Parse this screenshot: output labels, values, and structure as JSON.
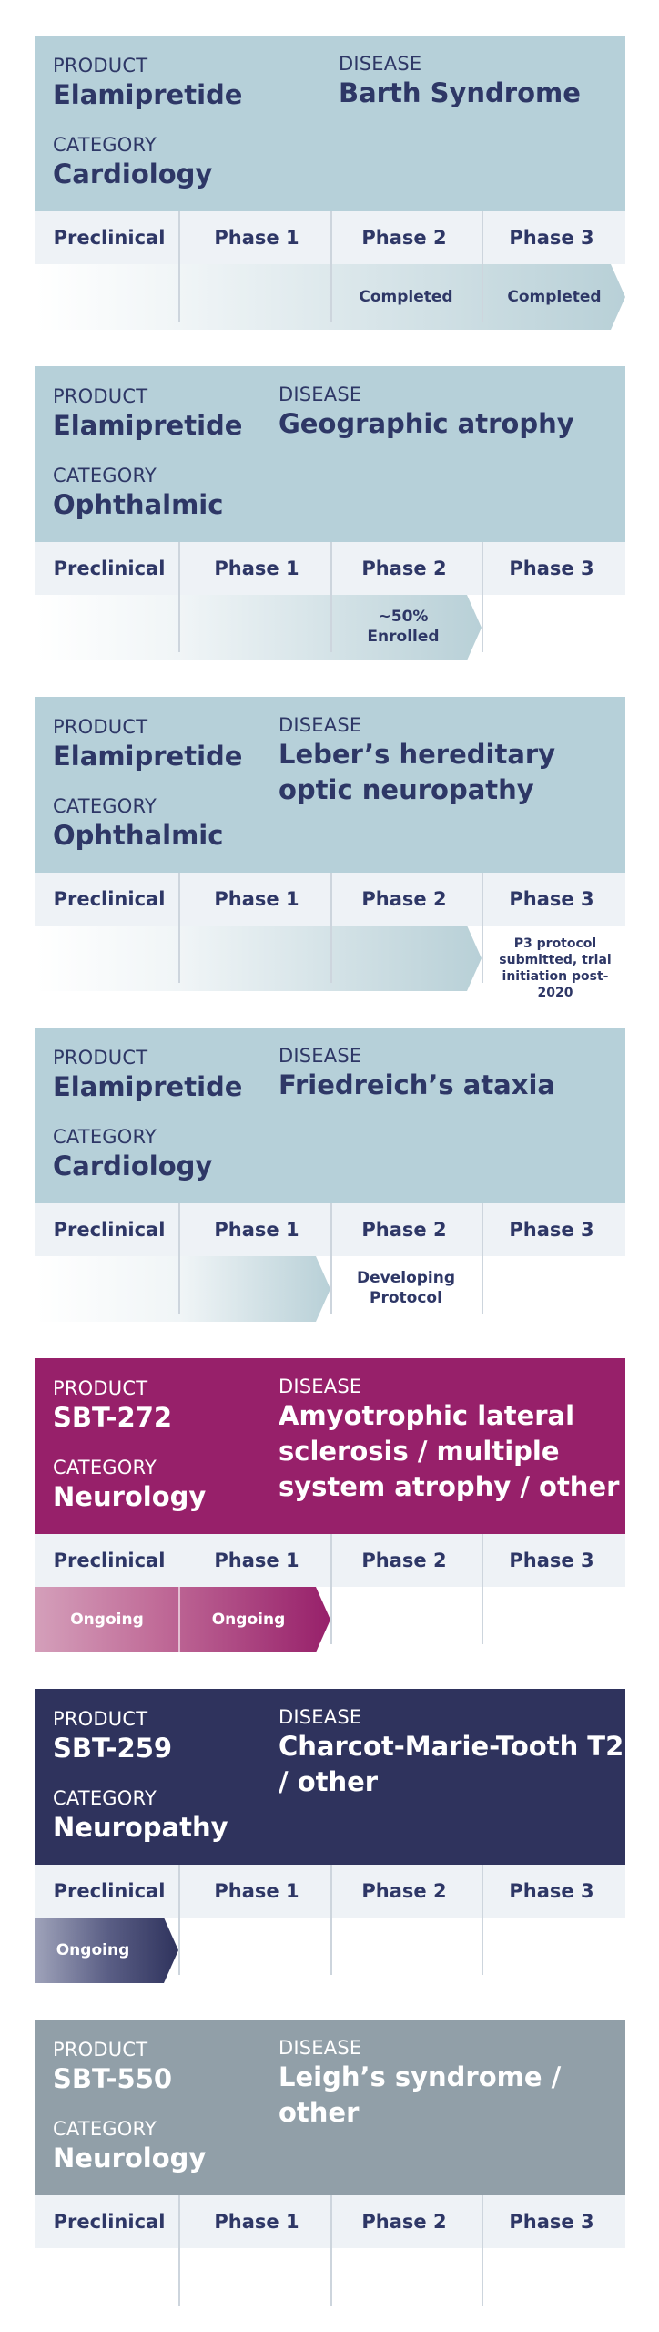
{
  "phases": [
    "Preclinical",
    "Phase 1",
    "Phase 2",
    "Phase 3"
  ],
  "labels": {
    "product": "PRODUCT",
    "disease": "DISEASE",
    "category": "CATEGORY"
  },
  "colors": {
    "light_header": "#b6d0d9",
    "magenta_header": "#97206a",
    "navy_header": "#2f335d",
    "gray_header": "#919fa8",
    "text_dark": "#2e3766",
    "phase_row": "#eef2f6"
  },
  "programs": [
    {
      "product": "Elamipretide",
      "disease": "Barth Syndrome",
      "category": "Cardiology",
      "statuses": [
        "Completed",
        "Completed"
      ]
    },
    {
      "product": "Elamipretide",
      "disease": "Geographic atrophy",
      "category": "Ophthalmic",
      "statuses": [
        "~50% Enrolled"
      ]
    },
    {
      "product": "Elamipretide",
      "disease": "Leber’s hereditary optic neuropathy",
      "category": "Ophthalmic",
      "statuses": [
        "P3 protocol submitted, trial initiation post-2020"
      ]
    },
    {
      "product": "Elamipretide",
      "disease": "Friedreich’s ataxia",
      "category": "Cardiology",
      "statuses": [
        "Developing Protocol"
      ]
    },
    {
      "product": "SBT-272",
      "disease": "Amyotrophic lateral sclerosis / multiple system atrophy / other",
      "category": "Neurology",
      "statuses": [
        "Ongoing",
        "Ongoing"
      ]
    },
    {
      "product": "SBT-259",
      "disease": "Charcot-Marie-Tooth T2 / other",
      "category": "Neuropathy",
      "statuses": [
        "Ongoing"
      ]
    },
    {
      "product": "SBT-550",
      "disease": "Leigh’s syndrome / other",
      "category": "Neurology",
      "statuses": []
    }
  ]
}
